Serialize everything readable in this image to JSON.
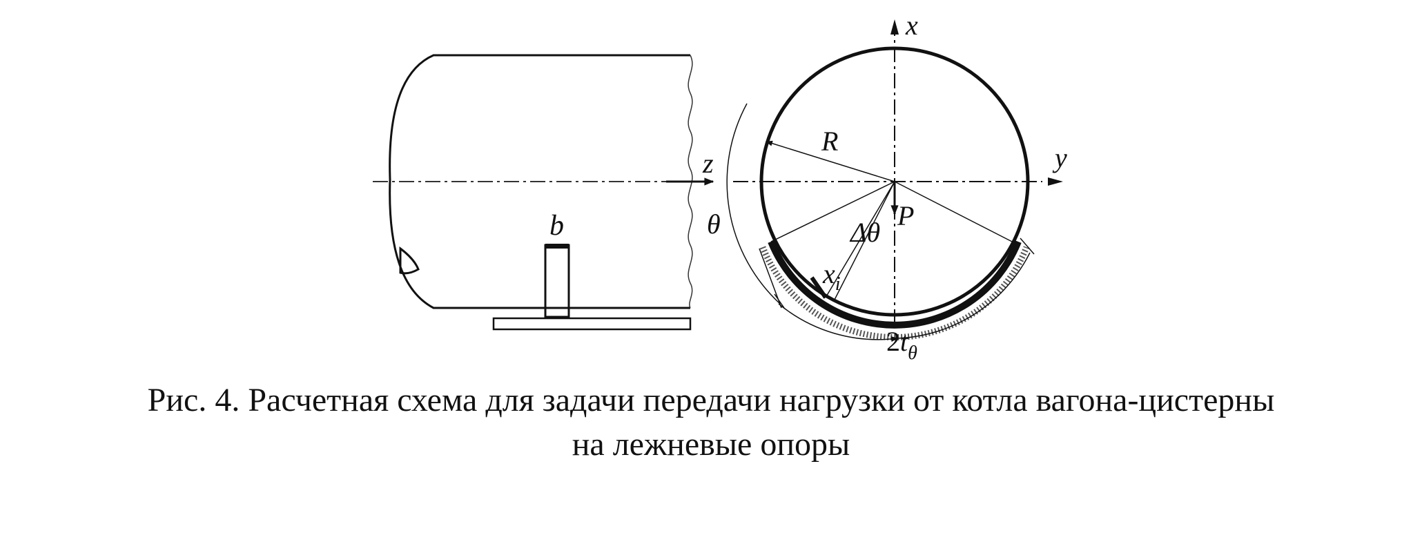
{
  "figure": {
    "labels": {
      "x_axis": "x",
      "y_axis": "y",
      "z_axis": "z",
      "radius": "R",
      "load": "P",
      "support_width": "b",
      "angle": "θ",
      "delta_angle": "Δθ",
      "element": "x",
      "element_sub": "i",
      "arc_length_coef": "2",
      "arc_length": "t",
      "arc_length_sub": "θ"
    }
  },
  "caption": {
    "line1": "Рис. 4. Расчетная схема для задачи передачи нагрузки от котла вагона-цистерны",
    "line2": "на лежневые опоры"
  }
}
